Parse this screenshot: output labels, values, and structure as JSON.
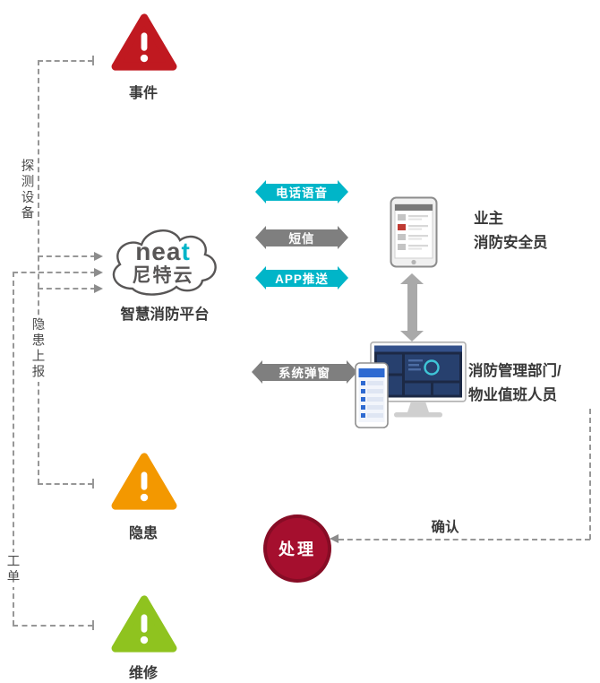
{
  "diagram": {
    "nodes": {
      "event": "事件",
      "hazard": "隐患",
      "repair": "维修",
      "handle": "处理"
    },
    "platform": {
      "logo_latin": "nea",
      "logo_accent": "t",
      "logo_cn": "尼特云",
      "label": "智慧消防平台"
    },
    "actors": {
      "owner_line1": "业主",
      "owner_line2": "消防安全员",
      "dept_line1": "消防管理部门/",
      "dept_line2": "物业值班人员"
    },
    "channels": {
      "voice": "电话语音",
      "sms": "短信",
      "app_push": "APP推送",
      "popup": "系统弹窗"
    },
    "flows": {
      "detect_device": "探测设备",
      "hazard_report": "隐患上报",
      "work_order": "工单",
      "confirm": "确认"
    },
    "colors": {
      "alarm_red": "#c01920",
      "warn_orange": "#f39800",
      "ok_green": "#8fc31f",
      "teal": "#00b5c8",
      "gray_arrow": "#7f7f7f",
      "handle_red": "#a50f2e"
    }
  }
}
